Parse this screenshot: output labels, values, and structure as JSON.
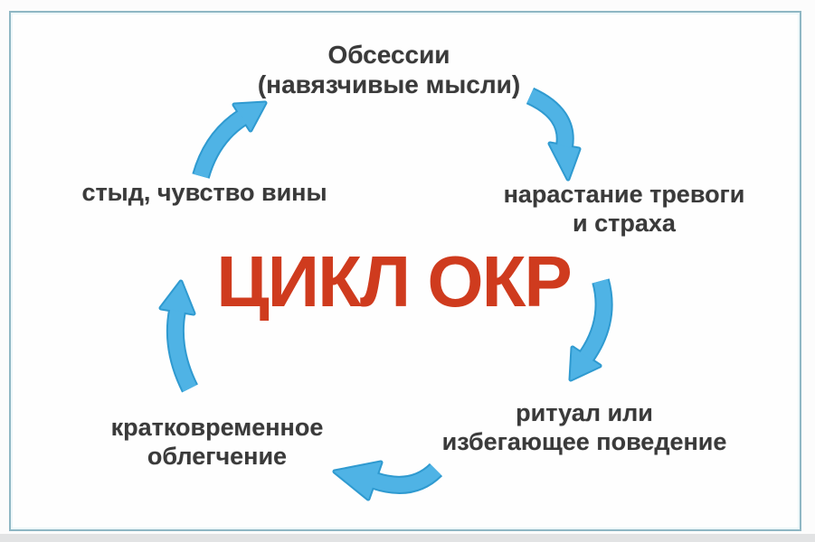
{
  "title": "ЦИКЛ ОКР",
  "nodes": {
    "obsessions": {
      "line1": "Обсессии",
      "line2": "(навязчивые мысли)"
    },
    "anxiety": {
      "line1": "нарастание тревоги",
      "line2": "и страха"
    },
    "ritual": {
      "line1": "ритуал или",
      "line2": "избегающее поведение"
    },
    "relief": {
      "line1": "кратковременное",
      "line2": "облегчение"
    },
    "shame": {
      "line1": "стыд, чувство вины"
    }
  },
  "edges": [
    {
      "from": "obsessions",
      "to": "anxiety"
    },
    {
      "from": "anxiety",
      "to": "ritual"
    },
    {
      "from": "ritual",
      "to": "relief"
    },
    {
      "from": "relief",
      "to": "shame"
    },
    {
      "from": "shame",
      "to": "obsessions"
    }
  ],
  "colors": {
    "arrow_blue": "#4fb3e5",
    "arrow_blue_edge": "#2f9ad0",
    "title_red": "#cf3b1e",
    "text_dark": "#3a3a3a",
    "frame_teal": "#8fb7c4"
  }
}
